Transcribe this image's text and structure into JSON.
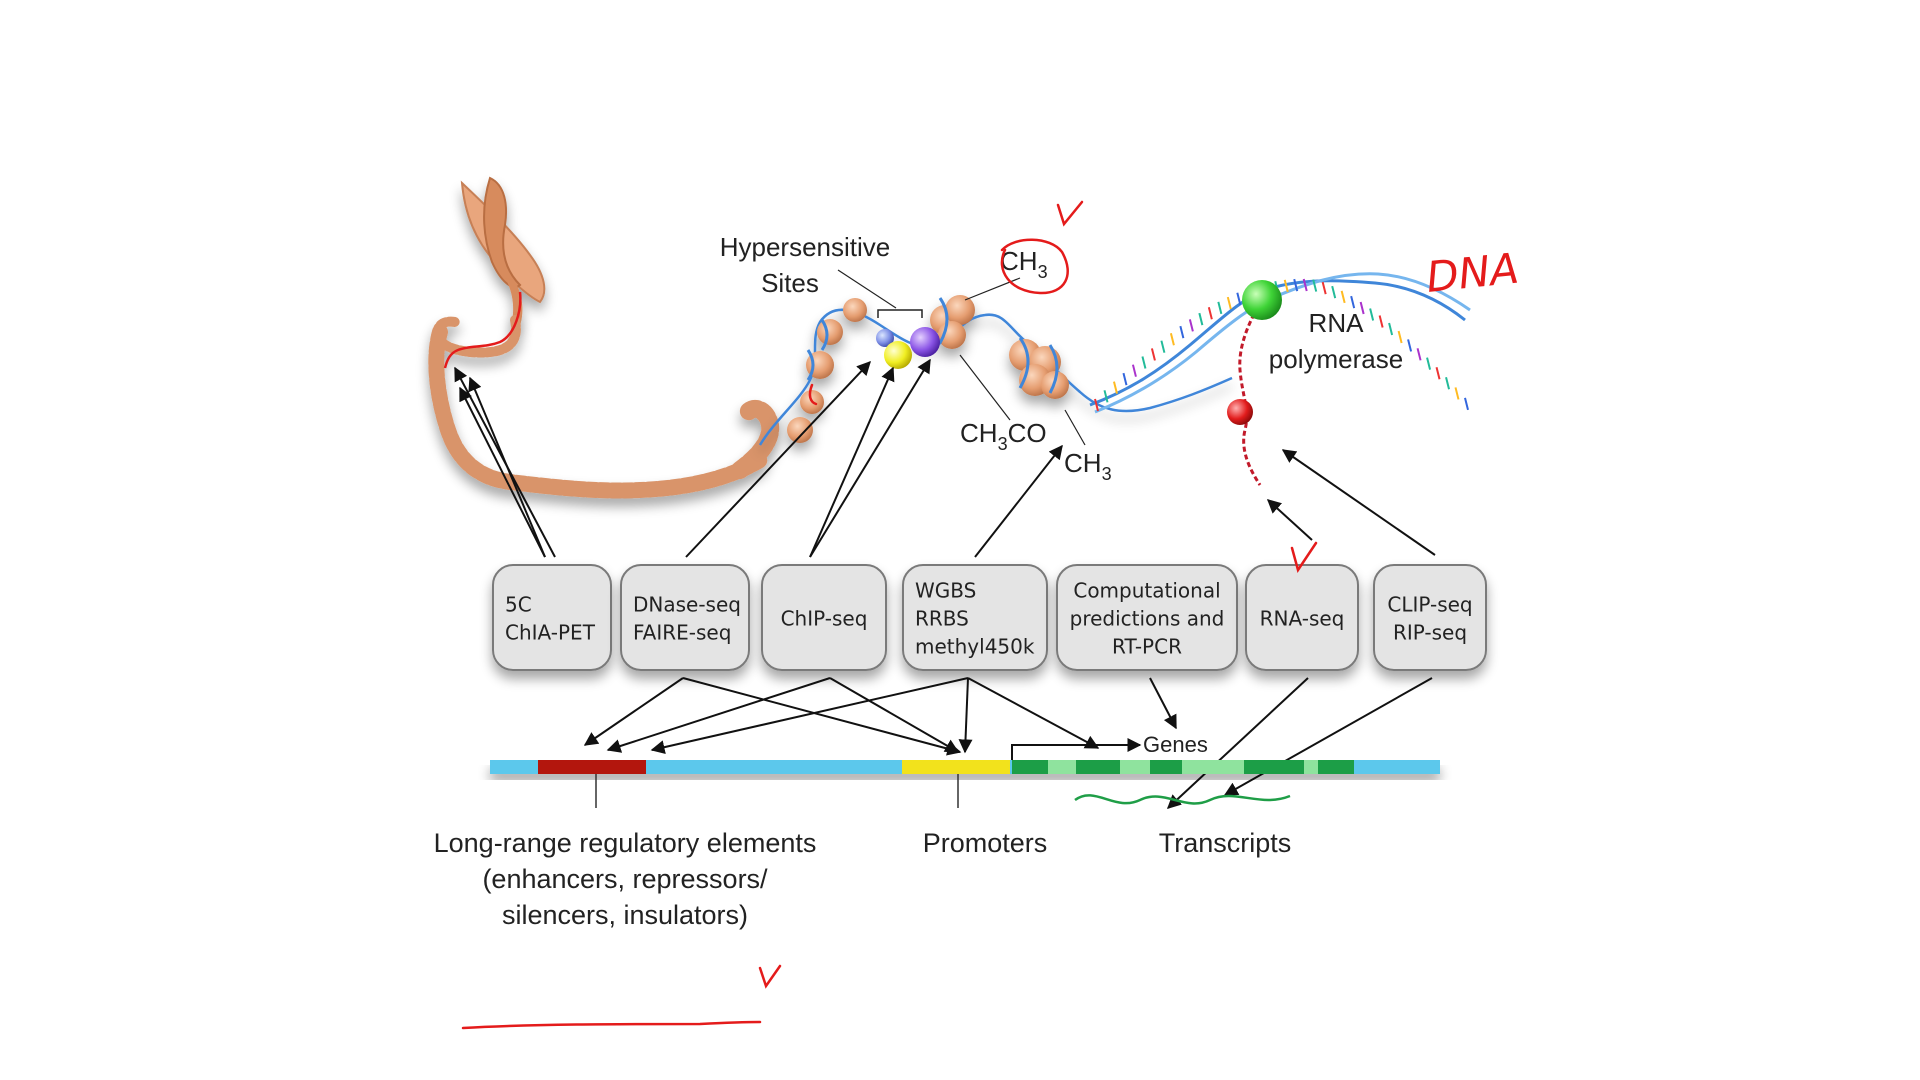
{
  "labels": {
    "hypersensitive_sites_line1": "Hypersensitive",
    "hypersensitive_sites_line2": "Sites",
    "ch3_top": "CH",
    "ch3_top_sub": "3",
    "ch3co": "CH",
    "ch3co_sub": "3",
    "ch3co_tail": "CO",
    "ch3_bottom": "CH",
    "ch3_bottom_sub": "3",
    "rna_polymerase_line1": "RNA",
    "rna_polymerase_line2": "polymerase",
    "genes": "Genes",
    "long_range_line1": "Long-range regulatory elements",
    "long_range_line2": "(enhancers, repressors/",
    "long_range_line3": "silencers, insulators)",
    "promoters": "Promoters",
    "transcripts": "Transcripts"
  },
  "assays": [
    {
      "line1": "5C",
      "line2": "ChIA-PET",
      "line3": ""
    },
    {
      "line1": "DNase-seq",
      "line2": "FAIRE-seq",
      "line3": ""
    },
    {
      "line1": "ChIP-seq",
      "line2": "",
      "line3": ""
    },
    {
      "line1": "WGBS",
      "line2": "RRBS",
      "line3": "methyl450k"
    },
    {
      "line1": "Computational",
      "line2": "predictions and",
      "line3": "RT-PCR"
    },
    {
      "line1": "RNA-seq",
      "line2": "",
      "line3": ""
    },
    {
      "line1": "CLIP-seq",
      "line2": "RIP-seq",
      "line3": ""
    }
  ],
  "annotations": {
    "dna_handwritten": "DNA"
  },
  "colors": {
    "chromatin": "#d9946a",
    "histone": "#e9a67d",
    "dna_blue": "#3f86d9",
    "genome_bar": "#5bc8ec",
    "enhancer_red": "#b3120b",
    "promoter_yellow": "#f2e21d",
    "gene_green": "#1f9e47",
    "gene_light_green": "#8fe39e",
    "box_fill": "#e4e4e4",
    "box_stroke": "#7a7a7a",
    "annotation_red": "#e41b1b",
    "polymerase_green": "#35d43a"
  }
}
